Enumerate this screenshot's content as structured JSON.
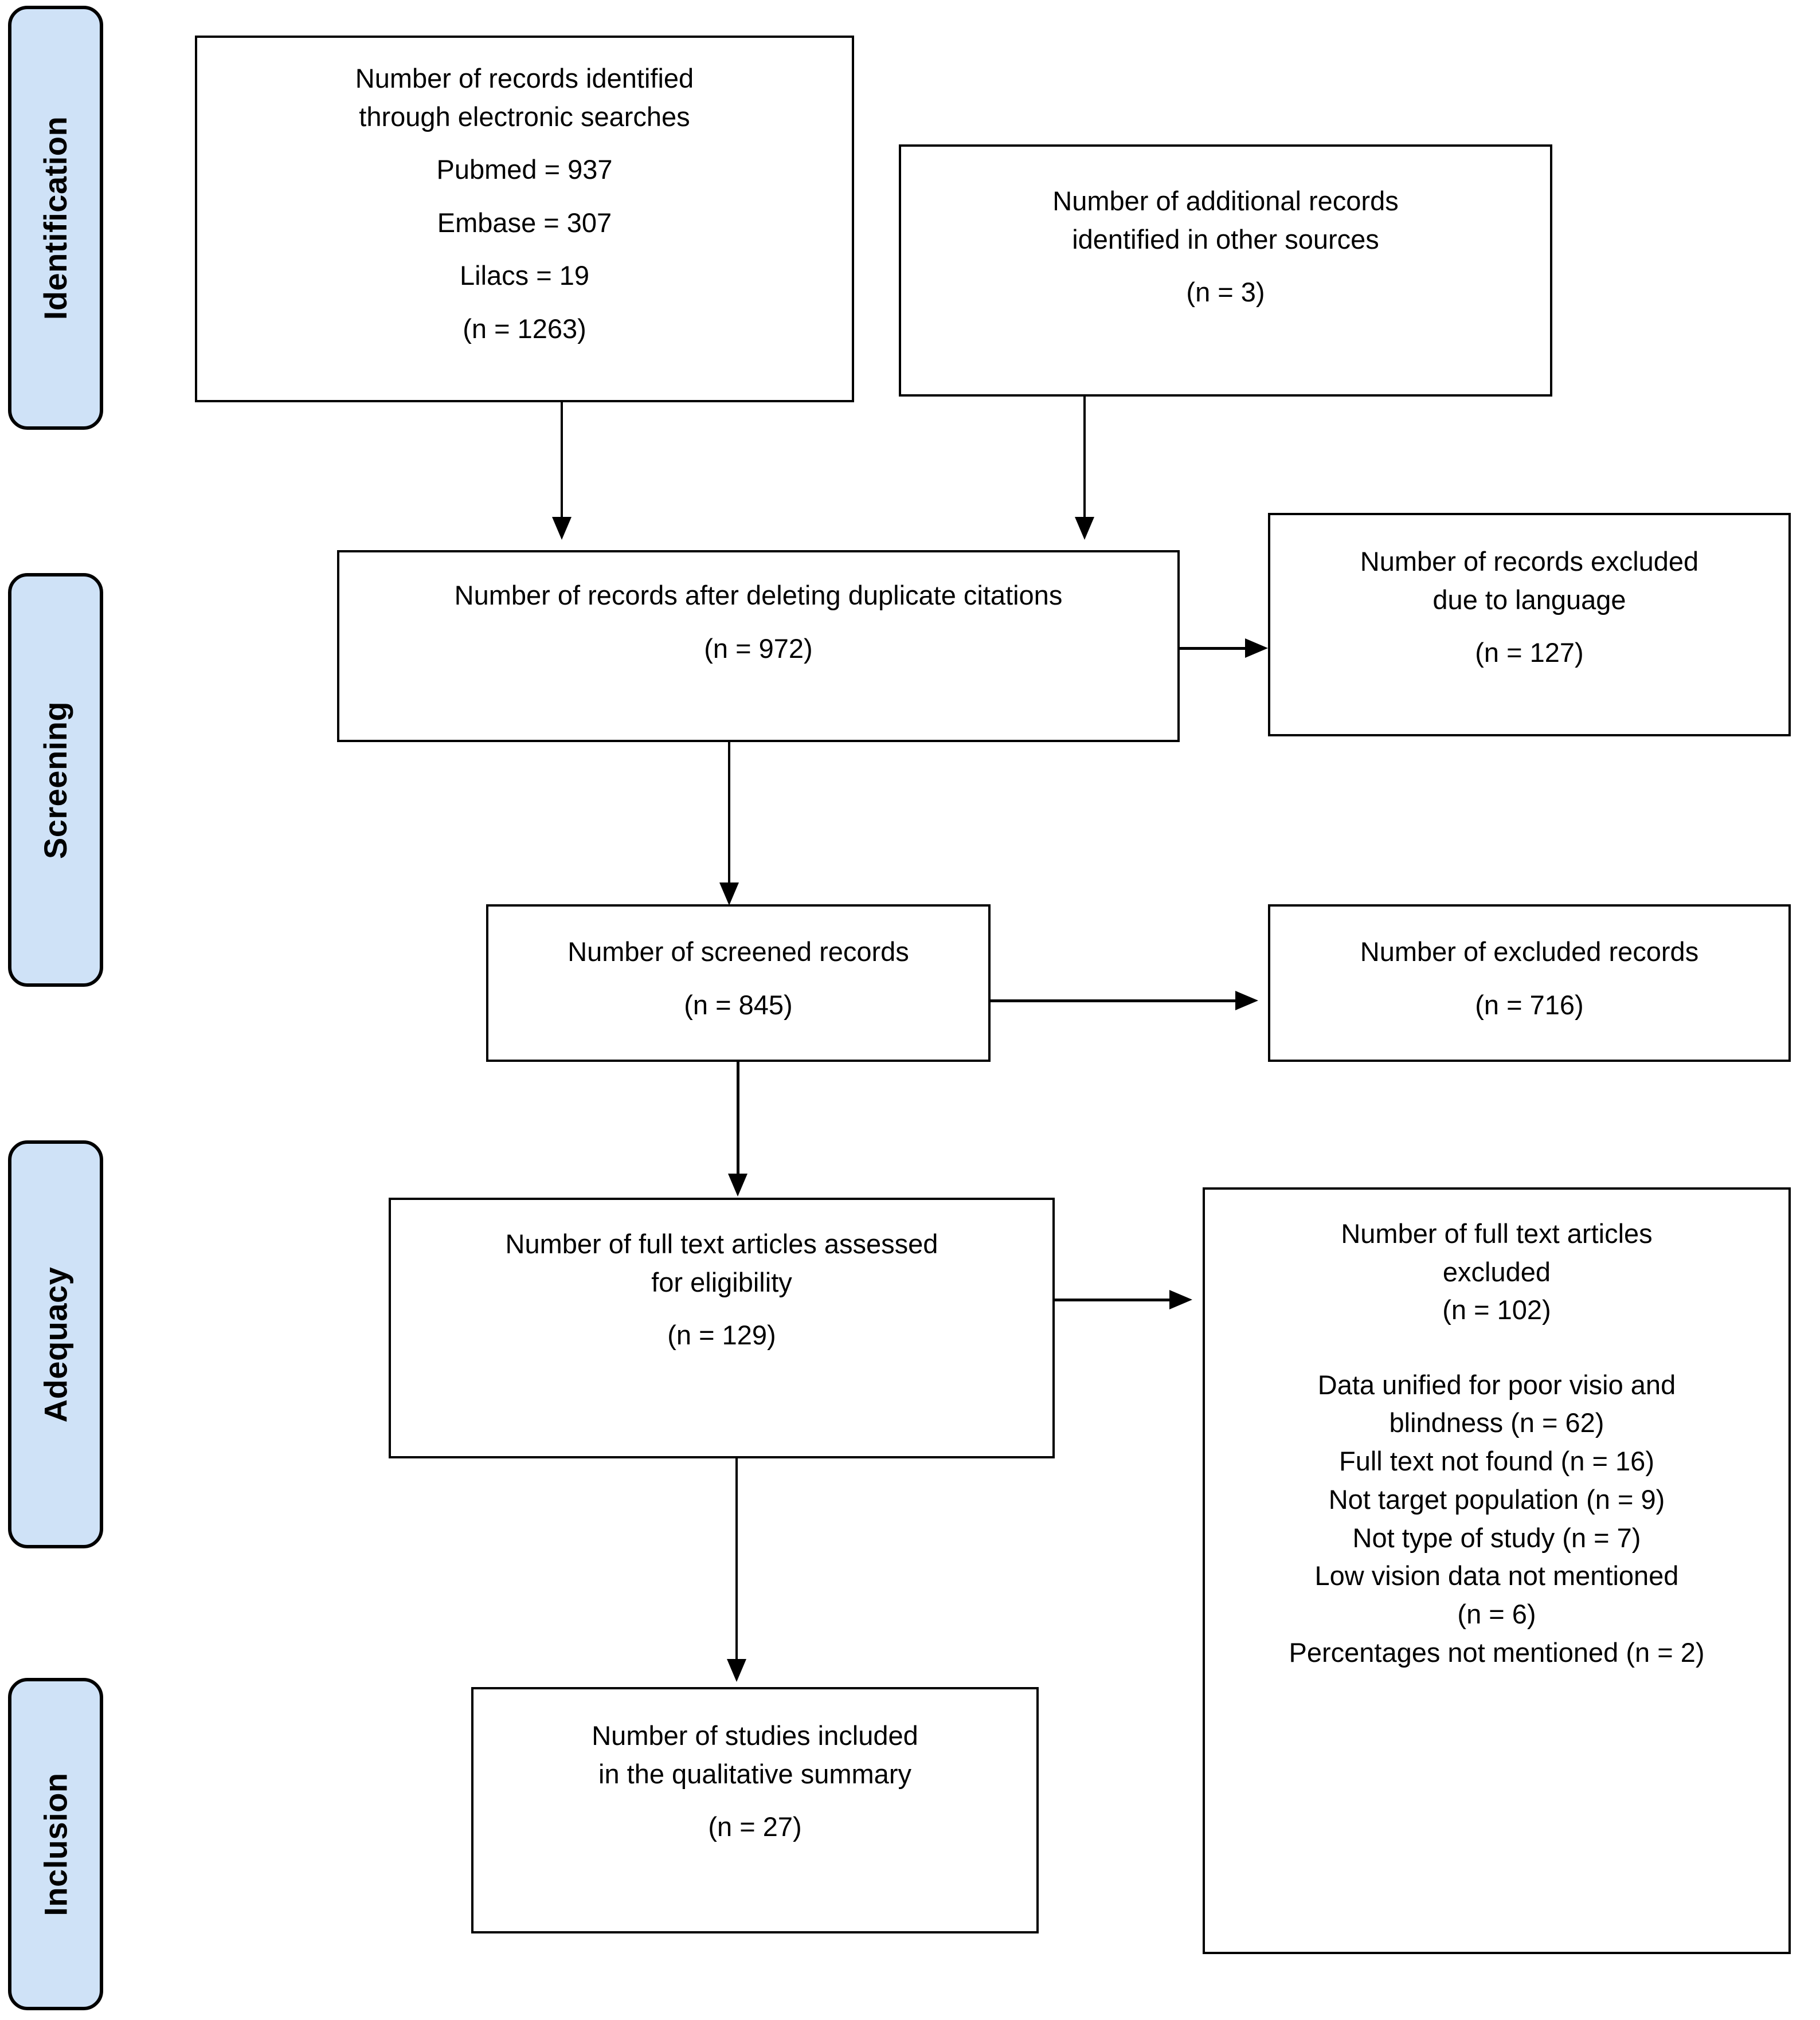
{
  "diagram": {
    "title": "PRISMA study selection flow diagram",
    "accent_color": "#cfe2f7",
    "line_color": "#000000"
  },
  "stages": [
    {
      "id": "identification",
      "label": "Identification"
    },
    {
      "id": "screening",
      "label": "Screening"
    },
    {
      "id": "adequacy",
      "label": "Adequacy"
    },
    {
      "id": "inclusion",
      "label": "Inclusion"
    }
  ],
  "boxes": {
    "records_identified": {
      "lines": [
        "Number of records identified",
        "through electronic searches",
        "Pubmed = 937",
        "Embase = 307",
        "Lilacs = 19",
        "(n = 1263)"
      ],
      "sources": [
        {
          "name": "Pubmed",
          "count": 937
        },
        {
          "name": "Embase",
          "count": 307
        },
        {
          "name": "Lilacs",
          "count": 19
        }
      ],
      "n": 1263
    },
    "additional_records": {
      "lines": [
        "Number of additional records",
        "identified in other sources",
        "(n = 3)"
      ],
      "n": 3
    },
    "after_duplicates": {
      "lines": [
        "Number of records after deleting duplicate citations",
        "(n = 972)"
      ],
      "n": 972
    },
    "excluded_language": {
      "lines": [
        "Number of records excluded",
        "due to language",
        "(n = 127)"
      ],
      "n": 127
    },
    "screened_records": {
      "lines": [
        "Number of screened records",
        "(n = 845)"
      ],
      "n": 845
    },
    "excluded_records": {
      "lines": [
        "Number of excluded records",
        "(n = 716)"
      ],
      "n": 716
    },
    "full_text_assessed": {
      "lines": [
        "Number of full text articles assessed",
        "for eligibility",
        "(n = 129)"
      ],
      "n": 129
    },
    "full_text_excluded": {
      "lines": [
        "Number of full text articles",
        "excluded",
        "(n = 102)",
        "Data unified for poor visio and",
        "blindness (n = 62)",
        "Full text not found (n = 16)",
        "Not target population (n = 9)",
        "Not type of study (n = 7)",
        "Low vision data not mentioned",
        "(n = 6)",
        "Percentages not mentioned (n = 2)"
      ],
      "n": 102,
      "reasons": [
        {
          "reason": "Data unified for poor visio and blindness",
          "n": 62
        },
        {
          "reason": "Full text not found",
          "n": 16
        },
        {
          "reason": "Not target population",
          "n": 9
        },
        {
          "reason": "Not type of study",
          "n": 7
        },
        {
          "reason": "Low vision data not mentioned",
          "n": 6
        },
        {
          "reason": "Percentages not mentioned",
          "n": 2
        }
      ]
    },
    "studies_included": {
      "lines": [
        "Number of studies included",
        "in the qualitative summary",
        "(n = 27)"
      ],
      "n": 27
    }
  }
}
